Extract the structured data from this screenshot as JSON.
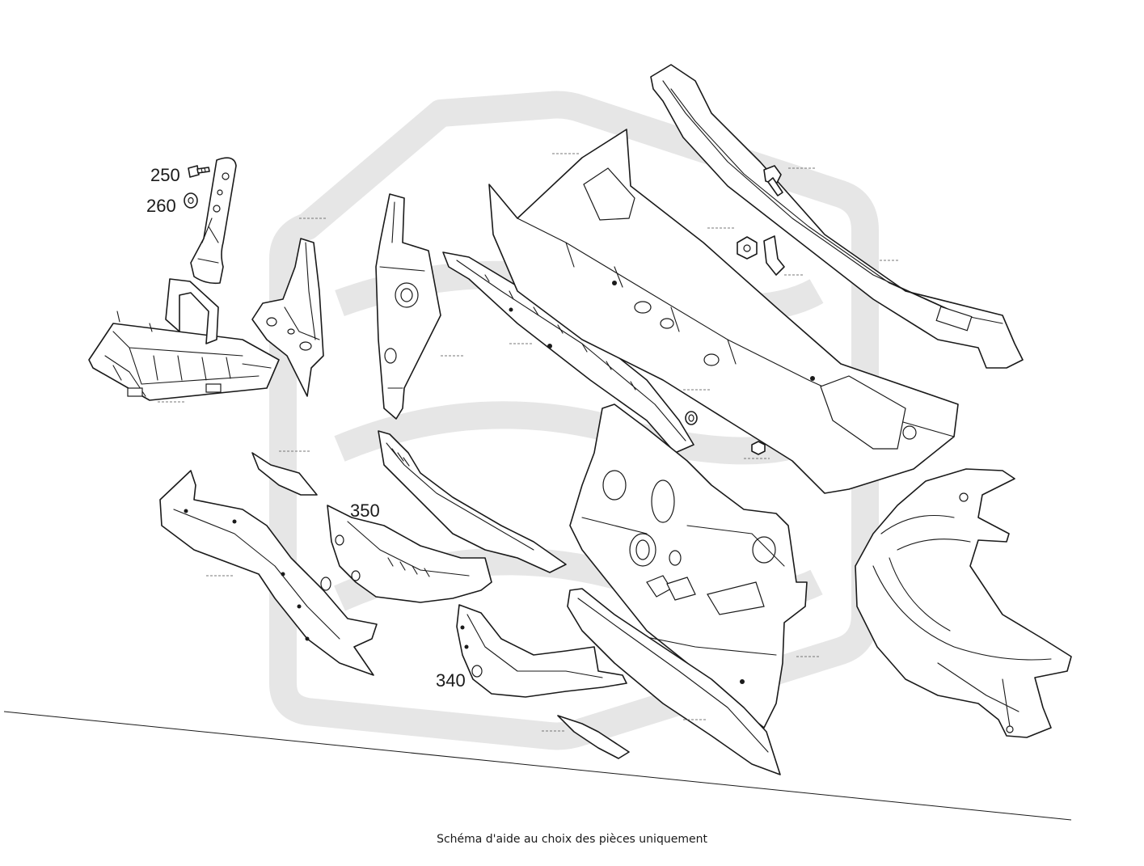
{
  "diagram": {
    "callouts": [
      {
        "id": "250",
        "label": "250"
      },
      {
        "id": "260",
        "label": "260"
      },
      {
        "id": "350",
        "label": "350"
      },
      {
        "id": "340",
        "label": "340"
      }
    ],
    "watermark": {
      "color": "#e6e6e6"
    },
    "caption": "Schéma d'aide au choix des pièces uniquement"
  }
}
